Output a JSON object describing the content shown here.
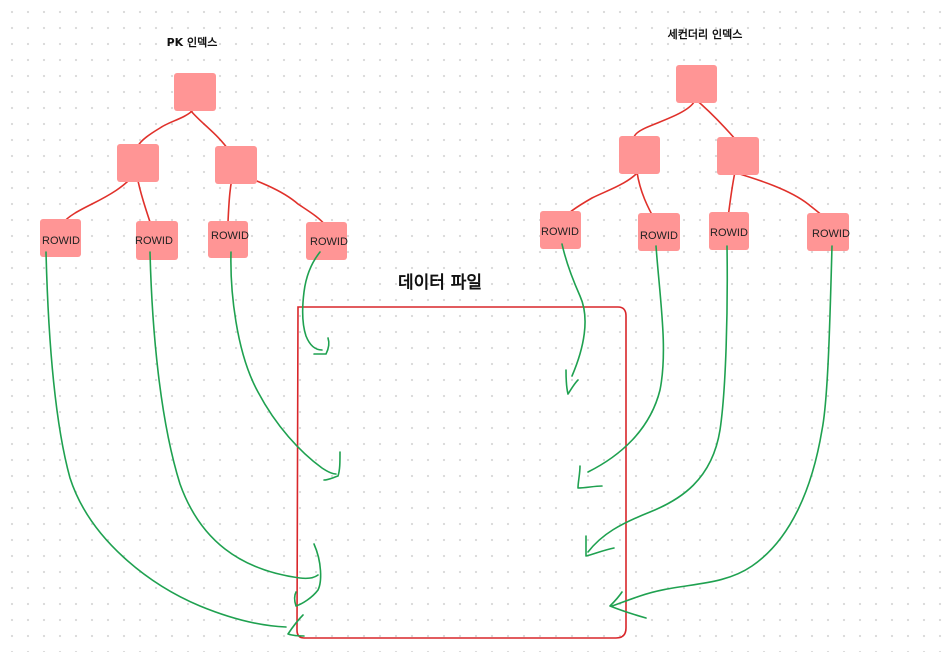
{
  "diagram": {
    "pk_index_title": "PK 인덱스",
    "secondary_index_title": "세컨더리 인덱스",
    "data_file_title": "데이터 파일",
    "pk_rowids": [
      "ROWID",
      "ROWID",
      "ROWID",
      "ROWID"
    ],
    "secondary_rowids": [
      "ROWID",
      "ROWID",
      "ROWID",
      "ROWID"
    ],
    "colors": {
      "node_fill": "#ff9595",
      "tree_edge": "#e0312b",
      "pointer_arrow": "#1fa150",
      "data_file_border": "#d9262a"
    }
  }
}
